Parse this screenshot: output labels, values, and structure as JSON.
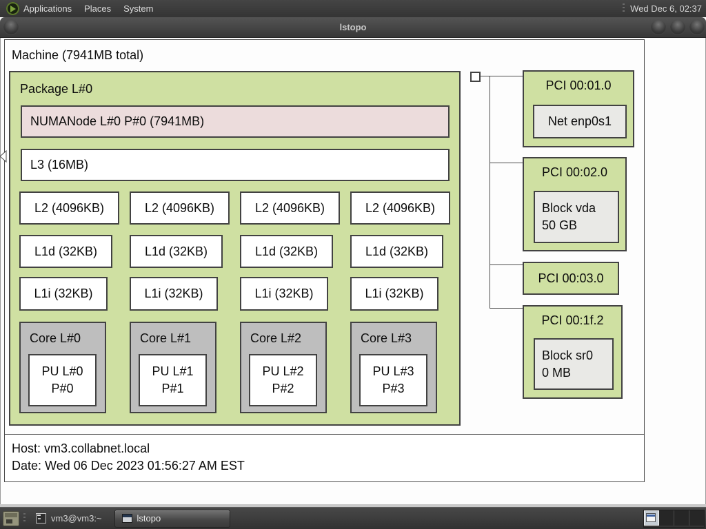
{
  "panel": {
    "menus": [
      "Applications",
      "Places",
      "System"
    ],
    "clock": "Wed Dec 6, 02:37"
  },
  "window": {
    "title": "lstopo"
  },
  "machine": {
    "label": "Machine (7941MB total)"
  },
  "package": {
    "label": "Package L#0",
    "numanode": "NUMANode L#0 P#0 (7941MB)",
    "l3": "L3 (16MB)"
  },
  "columns": [
    {
      "l2": "L2 (4096KB)",
      "l1d": "L1d (32KB)",
      "l1i": "L1i (32KB)",
      "core": "Core L#0",
      "pu1": "PU L#0",
      "pu2": "P#0"
    },
    {
      "l2": "L2 (4096KB)",
      "l1d": "L1d (32KB)",
      "l1i": "L1i (32KB)",
      "core": "Core L#1",
      "pu1": "PU L#1",
      "pu2": "P#1"
    },
    {
      "l2": "L2 (4096KB)",
      "l1d": "L1d (32KB)",
      "l1i": "L1i (32KB)",
      "core": "Core L#2",
      "pu1": "PU L#2",
      "pu2": "P#2"
    },
    {
      "l2": "L2 (4096KB)",
      "l1d": "L1d (32KB)",
      "l1i": "L1i (32KB)",
      "core": "Core L#3",
      "pu1": "PU L#3",
      "pu2": "P#3"
    }
  ],
  "pci": [
    {
      "label": "PCI 00:01.0",
      "dev1": "Net enp0s1"
    },
    {
      "label": "PCI 00:02.0",
      "dev1": "Block vda",
      "dev2": "50 GB"
    },
    {
      "label": "PCI 00:03.0"
    },
    {
      "label": "PCI 00:1f.2",
      "dev1": "Block sr0",
      "dev2": "0 MB"
    }
  ],
  "legend": {
    "host": "Host: vm3.collabnet.local",
    "date": "Date: Wed 06 Dec 2023 01:56:27 AM EST"
  },
  "taskbar": {
    "task1": "vm3@vm3:~",
    "task2": "lstopo"
  },
  "colors": {
    "object_green": "#cfe0a2",
    "numanode_pink": "#ecdcdc",
    "core_gray": "#bebebe",
    "device_gray": "#e9e9e6",
    "object_border": "#424242",
    "panel_dark": "#3c3c3c"
  }
}
